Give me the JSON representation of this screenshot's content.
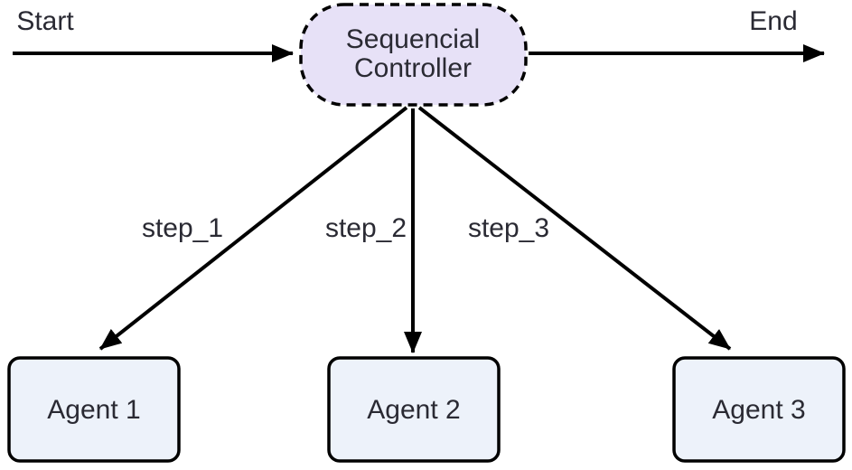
{
  "diagram": {
    "type": "flowchart",
    "start_label": "Start",
    "end_label": "End",
    "controller": {
      "line1": "Sequencial",
      "line2": "Controller"
    },
    "agents": [
      {
        "label": "Agent 1"
      },
      {
        "label": "Agent 2"
      },
      {
        "label": "Agent 3"
      }
    ],
    "steps": [
      {
        "label": "step_1"
      },
      {
        "label": "step_2"
      },
      {
        "label": "step_3"
      }
    ],
    "colors": {
      "controller_fill": "#e7e1f7",
      "agent_fill": "#edf2fa",
      "line": "#000000",
      "text": "#2a2a33"
    }
  }
}
